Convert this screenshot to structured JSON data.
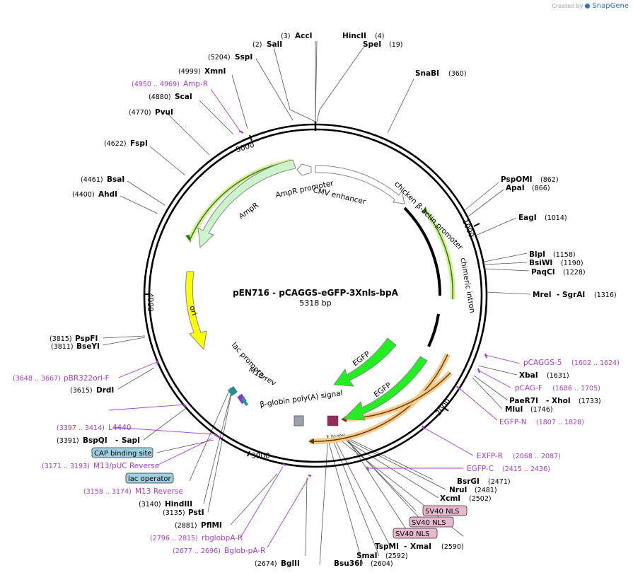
{
  "brand": {
    "created_by": "Created by",
    "name": "SnapGene"
  },
  "plasmid": {
    "name": "pEN716 - pCAGGS-eGFP-3Xnls-bpA",
    "length_label": "5318 bp"
  },
  "ruler": [
    {
      "label": "1000"
    },
    {
      "label": "2000"
    },
    {
      "label": "3000"
    },
    {
      "label": "4000"
    },
    {
      "label": "5000"
    }
  ],
  "sites": [
    {
      "id": "accI",
      "name": "AccI",
      "pos": "(3)"
    },
    {
      "id": "salI",
      "name": "SalI",
      "pos": "(2)"
    },
    {
      "id": "hincII",
      "name": "HincII",
      "pos": "(4)"
    },
    {
      "id": "speI",
      "name": "SpeI",
      "pos": "(19)"
    },
    {
      "id": "sspI",
      "name": "SspI",
      "pos": "(5204)"
    },
    {
      "id": "snabI",
      "name": "SnaBI",
      "pos": "(360)"
    },
    {
      "id": "xmnI",
      "name": "XmnI",
      "pos": "(4999)"
    },
    {
      "id": "scaI",
      "name": "ScaI",
      "pos": "(4880)"
    },
    {
      "id": "pvuI",
      "name": "PvuI",
      "pos": "(4770)"
    },
    {
      "id": "fspI",
      "name": "FspI",
      "pos": "(4622)"
    },
    {
      "id": "bsaI",
      "name": "BsaI",
      "pos": "(4461)"
    },
    {
      "id": "ahdI",
      "name": "AhdI",
      "pos": "(4400)"
    },
    {
      "id": "pspomi",
      "name": "PspOMI",
      "pos": "(862)"
    },
    {
      "id": "apaI",
      "name": "ApaI",
      "pos": "(866)"
    },
    {
      "id": "eagI",
      "name": "EagI",
      "pos": "(1014)"
    },
    {
      "id": "blpI",
      "name": "BlpI",
      "pos": "(1158)"
    },
    {
      "id": "bsiwi",
      "name": "BsiWI",
      "pos": "(1190)"
    },
    {
      "id": "paqci",
      "name": "PaqCI",
      "pos": "(1228)"
    },
    {
      "id": "mreI",
      "name": "MreI",
      "name2": "SgrAI",
      "sep": "-",
      "pos": "(1316)"
    },
    {
      "id": "pspfI",
      "name": "PspFI",
      "pos": "(3815)"
    },
    {
      "id": "bseyI",
      "name": "BseYI",
      "pos": "(3811)"
    },
    {
      "id": "drdI",
      "name": "DrdI",
      "pos": "(3615)"
    },
    {
      "id": "xbaI",
      "name": "XbaI",
      "pos": "(1631)"
    },
    {
      "id": "paer7i",
      "name": "PaeR7I",
      "name2": "XhoI",
      "sep": "-",
      "pos": "(1733)"
    },
    {
      "id": "mluI",
      "name": "MluI",
      "pos": "(1746)"
    },
    {
      "id": "bspqi",
      "name": "BspQI",
      "name2": "SapI",
      "sep": "-",
      "pos": "(3391)"
    },
    {
      "id": "bsrgi",
      "name": "BsrGI",
      "pos": "(2471)"
    },
    {
      "id": "nruI",
      "name": "NruI",
      "pos": "(2481)"
    },
    {
      "id": "xcmI",
      "name": "XcmI",
      "pos": "(2502)"
    },
    {
      "id": "hindiii",
      "name": "HindIII",
      "pos": "(3140)"
    },
    {
      "id": "pstI",
      "name": "PstI",
      "pos": "(3135)"
    },
    {
      "id": "pflmi",
      "name": "PflMI",
      "pos": "(2881)"
    },
    {
      "id": "tspmi",
      "name": "TspMI",
      "name2": "XmaI",
      "sep": "-",
      "pos": "(2590)"
    },
    {
      "id": "smaI",
      "name": "SmaI",
      "pos": "(2592)"
    },
    {
      "id": "bglii",
      "name": "BglII",
      "pos": "(2674)"
    },
    {
      "id": "bsu36i",
      "name": "Bsu36I",
      "pos": "(2604)"
    }
  ],
  "primers": [
    {
      "id": "ampr",
      "name": "Amp-R",
      "range": "(4950 .. 4969)"
    },
    {
      "id": "pcaggs5",
      "name": "pCAGGS-5",
      "range": "(1602 .. 1624)"
    },
    {
      "id": "pcagf",
      "name": "pCAG-F",
      "range": "(1686 .. 1705)"
    },
    {
      "id": "egfpn",
      "name": "EGFP-N",
      "range": "(1807 .. 1828)"
    },
    {
      "id": "pbr322",
      "name": "pBR322ori-F",
      "range": "(3648 .. 3667)"
    },
    {
      "id": "exfpr",
      "name": "EXFP-R",
      "range": "(2068 .. 2087)"
    },
    {
      "id": "egfpc",
      "name": "EGFP-C",
      "range": "(2415 .. 2436)"
    },
    {
      "id": "l4440",
      "name": "L4440",
      "range": "(3397 .. 3414)"
    },
    {
      "id": "m13puc",
      "name": "M13/pUC Reverse",
      "range": "(3171 .. 3193)"
    },
    {
      "id": "m13rev",
      "name": "M13 Reverse",
      "range": "(3158 .. 3174)"
    },
    {
      "id": "rbglob",
      "name": "rbglobpA-R",
      "range": "(2796 .. 2815)"
    },
    {
      "id": "bglob",
      "name": "Bglob-pA-R",
      "range": "(2677 .. 2696)"
    }
  ],
  "boxes": [
    {
      "id": "cap",
      "label": "CAP binding site",
      "color": "#9fcfe0"
    },
    {
      "id": "lacop",
      "label": "lac operator",
      "color": "#9fcfe0"
    },
    {
      "id": "nls1",
      "label": "SV40 NLS",
      "color": "#e8b8cf"
    },
    {
      "id": "nls2",
      "label": "SV40 NLS",
      "color": "#e8b8cf"
    },
    {
      "id": "nls3",
      "label": "SV40 NLS",
      "color": "#e8b8cf"
    }
  ],
  "features": [
    {
      "id": "amprpromoter",
      "label": "AmpR promoter"
    },
    {
      "id": "cmv",
      "label": "CMV enhancer"
    },
    {
      "id": "chicken",
      "label": "chicken β-actin promoter"
    },
    {
      "id": "amp",
      "label": "AmpR"
    },
    {
      "id": "intron",
      "label": "chimeric intron"
    },
    {
      "id": "ori",
      "label": "ori"
    },
    {
      "id": "egfp1",
      "label": "EGFP"
    },
    {
      "id": "egfp2",
      "label": "EGFP"
    },
    {
      "id": "lacpromoter",
      "label": "lac promoter"
    },
    {
      "id": "m13revfeat",
      "label": "M13 rev"
    },
    {
      "id": "bglobin",
      "label": "β-globin poly(A) signal"
    }
  ],
  "colors": {
    "primer": "#a83cd6",
    "arrow_green": "#22ee22",
    "ori_yellow": "#ffff00",
    "amp_green": "#ccf5cc",
    "highlight_yellow": "#d7ef9a",
    "highlight_orange": "#f5c98a"
  }
}
